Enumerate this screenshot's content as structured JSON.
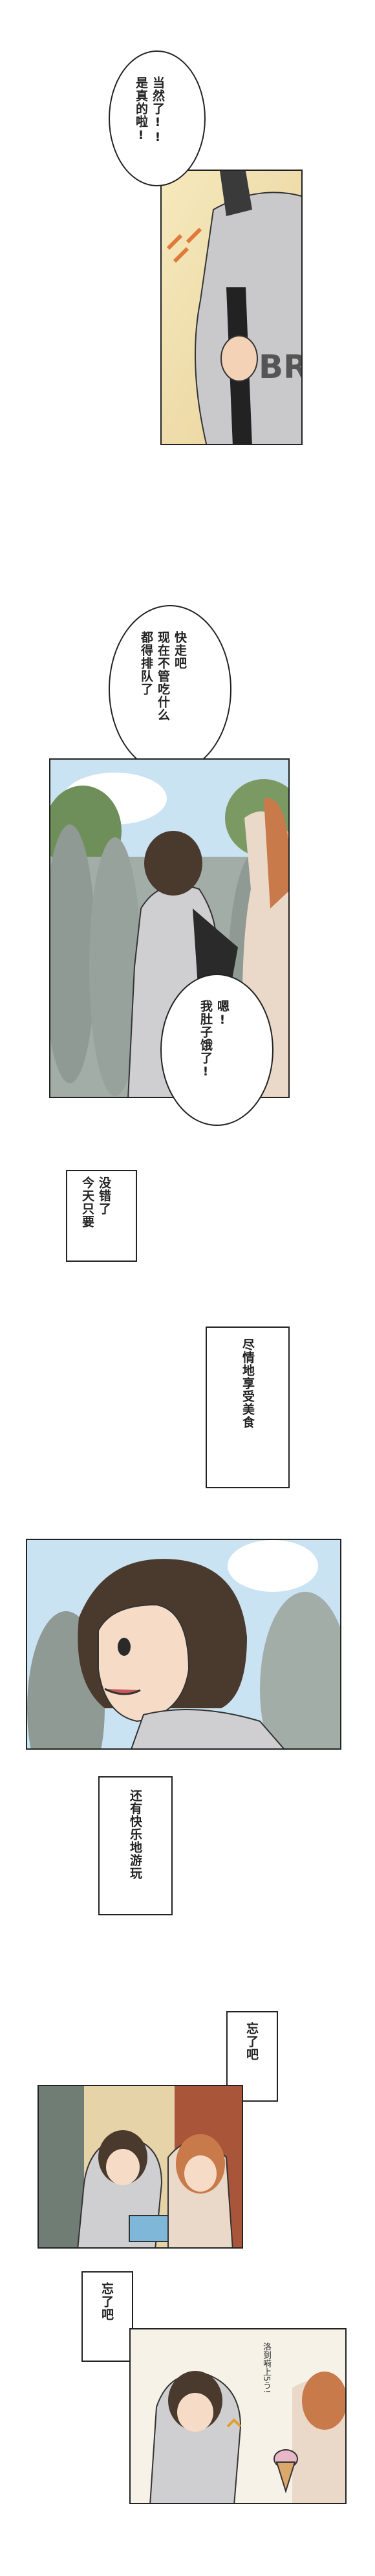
{
  "bubbles": {
    "b1": "当然了!!\n是真的啦!",
    "b2": "快走吧\n现在不管吃什么\n都得排队了",
    "b3": "嗯!\n我肚子饿了!"
  },
  "captions": {
    "c1": "没错了\n今天只要",
    "c2": "尽情地享受美食",
    "c3": "还有快乐地游玩",
    "c4": "忘了吧",
    "c5": "忘了吧"
  },
  "handwriting": "洛到嗬上5う!",
  "colors": {
    "sky": "#c9e3f2",
    "grey_crowd": "#8e9a93",
    "hair": "#4a3a2e",
    "hoodie": "#cfcfd2",
    "warm_bg": "#e7d3a8"
  }
}
